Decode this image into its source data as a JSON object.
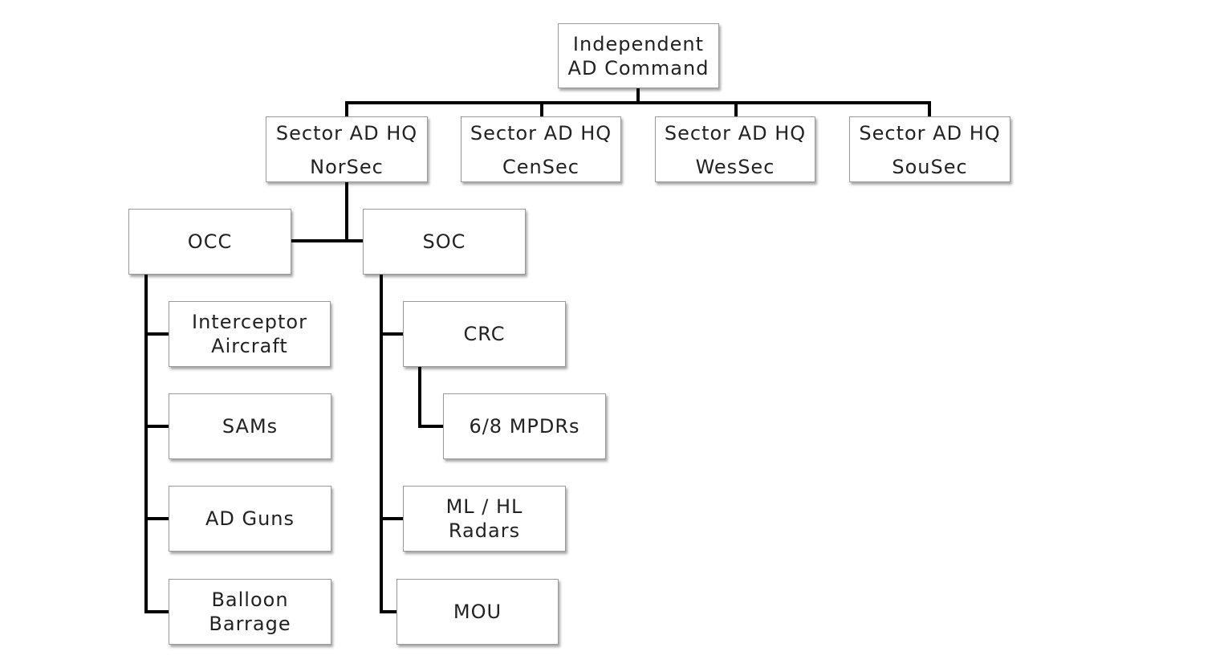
{
  "root": {
    "label": "Independent\nAD Command"
  },
  "sectors": [
    {
      "line1": "Sector AD HQ",
      "line2": "NorSec"
    },
    {
      "line1": "Sector AD HQ",
      "line2": "CenSec"
    },
    {
      "line1": "Sector AD HQ",
      "line2": "WesSec"
    },
    {
      "line1": "Sector AD HQ",
      "line2": "SouSec"
    }
  ],
  "occ": {
    "label": "OCC",
    "children": [
      "Interceptor\nAircraft",
      "SAMs",
      "AD Guns",
      "Balloon\nBarrage"
    ]
  },
  "soc": {
    "label": "SOC",
    "crc": {
      "label": "CRC",
      "child": "6/8 MPDRs"
    },
    "children": [
      "ML / HL\nRadars",
      "MOU"
    ]
  },
  "colors": {
    "connector": "#000000",
    "box_border": "#9a9a9a",
    "text": "#222222"
  }
}
